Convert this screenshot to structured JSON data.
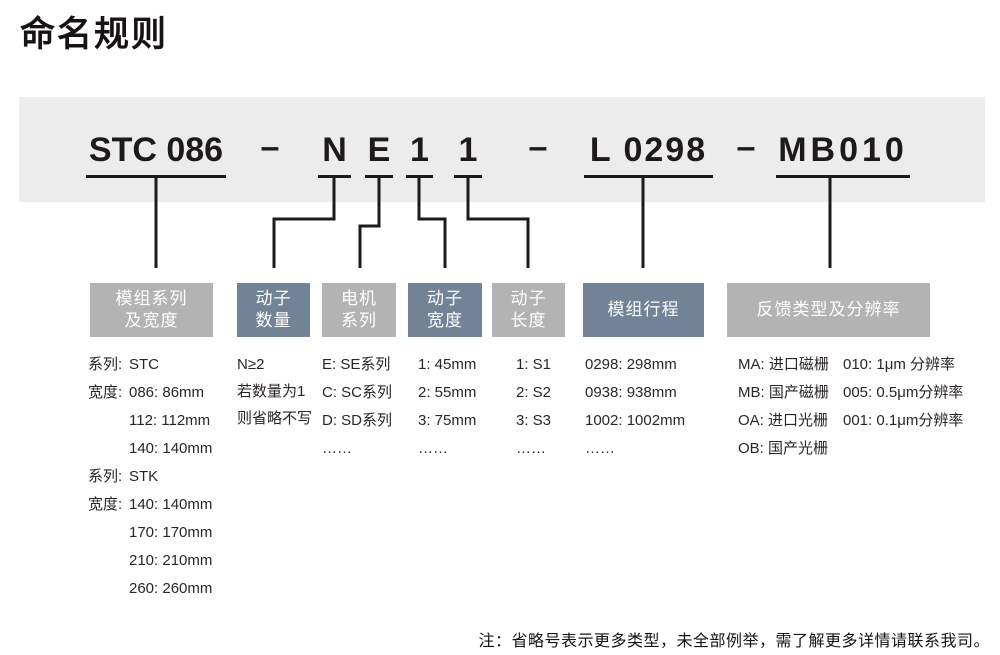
{
  "title": "命名规则",
  "colors": {
    "panel_bg": "#ececec",
    "box_gray": "#b3b3b3",
    "box_blue": "#728397",
    "line_black": "#1e1a19"
  },
  "code": {
    "series_width": "STC 086",
    "separator1": "–",
    "mover_count": "N",
    "motor_series": "E",
    "mover_width": "1",
    "mover_length": "1",
    "separator2": "–",
    "stroke": "L 0298",
    "separator3": "–",
    "feedback": "MB010"
  },
  "boxes": [
    {
      "id": "module-series-width",
      "lines": [
        "模组系列",
        "及宽度"
      ],
      "style": "gray"
    },
    {
      "id": "mover-count",
      "lines": [
        "动子",
        "数量"
      ],
      "style": "blue"
    },
    {
      "id": "motor-series",
      "lines": [
        "电机",
        "系列"
      ],
      "style": "gray"
    },
    {
      "id": "mover-width",
      "lines": [
        "动子",
        "宽度"
      ],
      "style": "blue"
    },
    {
      "id": "mover-length",
      "lines": [
        "动子",
        "长度"
      ],
      "style": "gray"
    },
    {
      "id": "module-stroke",
      "lines": [
        "模组行程"
      ],
      "style": "blue"
    },
    {
      "id": "feedback-type-resolution",
      "lines": [
        "反馈类型及分辨率"
      ],
      "style": "gray"
    }
  ],
  "details": {
    "module_series": {
      "rows": [
        {
          "label": "系列:",
          "value": "STC"
        },
        {
          "label": "宽度:",
          "value": "086: 86mm"
        },
        {
          "label": "",
          "value": "112: 112mm"
        },
        {
          "label": "",
          "value": "140: 140mm"
        },
        {
          "label": "系列:",
          "value": "STK"
        },
        {
          "label": "宽度:",
          "value": "140: 140mm"
        },
        {
          "label": "",
          "value": "170: 170mm"
        },
        {
          "label": "",
          "value": "210: 210mm"
        },
        {
          "label": "",
          "value": "260: 260mm"
        }
      ]
    },
    "mover_count": {
      "rows": [
        "N≥2",
        "若数量为1",
        "则省略不写"
      ]
    },
    "motor_series": {
      "rows": [
        "E: SE系列",
        "C: SC系列",
        "D: SD系列",
        "……"
      ]
    },
    "mover_width": {
      "rows": [
        "1: 45mm",
        "2: 55mm",
        "3: 75mm",
        "……"
      ]
    },
    "mover_length": {
      "rows": [
        "1: S1",
        "2: S2",
        "3: S3",
        "……"
      ]
    },
    "module_stroke": {
      "rows": [
        "0298: 298mm",
        "0938: 938mm",
        "1002: 1002mm",
        "……"
      ]
    },
    "feedback_type": {
      "rows": [
        "MA: 进口磁栅",
        "MB: 国产磁栅",
        "OA: 进口光栅",
        "OB: 国产光栅"
      ]
    },
    "resolution": {
      "rows": [
        "010: 1μm 分辨率",
        "005: 0.5μm分辨率",
        "001: 0.1μm分辨率"
      ]
    }
  },
  "note": "注：省略号表示更多类型，未全部例举，需了解更多详情请联系我司。"
}
